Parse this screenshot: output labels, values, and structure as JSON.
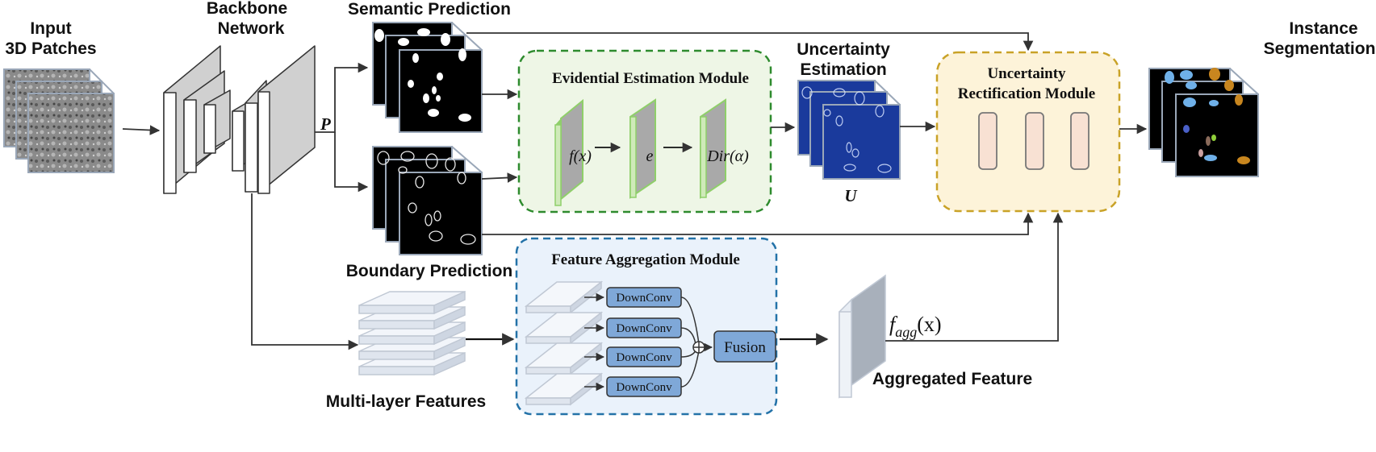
{
  "labels": {
    "input": [
      "Input",
      "3D Patches"
    ],
    "backbone": [
      "Backbone",
      "Network"
    ],
    "semantic": "Semantic Prediction",
    "boundary": "Boundary Prediction",
    "uncertainty": [
      "Uncertainty",
      "Estimation"
    ],
    "instance": [
      "Instance",
      "Segmentation"
    ],
    "multilayer": "Multi-layer Features",
    "aggregated": "Aggregated Feature",
    "p_symbol": "P",
    "u_symbol": "U"
  },
  "modules": {
    "evidential": {
      "title": "Evidential Estimation Module",
      "f_of_x": "f(x)",
      "e": "e",
      "dir": "Dir(α)"
    },
    "rectification": {
      "title": [
        "Uncertainty",
        "Rectification Module"
      ]
    },
    "aggregation": {
      "title": "Feature Aggregation Module",
      "downconv": [
        "DownConv",
        "DownConv",
        "DownConv",
        "DownConv"
      ],
      "fusion": "Fusion",
      "fagg_base": "f",
      "fagg_sub": "agg",
      "fagg_arg": "(x)"
    }
  },
  "colors": {
    "evidential_fill": "#eef6e6",
    "evidential_border": "#2e8b2e",
    "rectification_fill": "#fdf3d9",
    "rectification_border": "#c9a227",
    "aggregation_fill": "#eaf2fb",
    "aggregation_border": "#2372a8",
    "downconv_fill": "#7fa8d8",
    "uncertainty_blue": "#1a3a9c",
    "slab_green": "#8fcf6a",
    "rect_slot": "#f8e1d3"
  }
}
